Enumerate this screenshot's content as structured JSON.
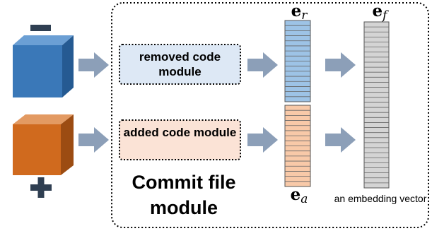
{
  "labels": {
    "removed_module": "removed code module",
    "added_module": "added code module",
    "commit_title": "Commit file module",
    "e_r_base": "e",
    "e_r_sub": "r",
    "e_a_base": "e",
    "e_a_sub": "a",
    "e_f_base": "e",
    "e_f_sub": "f",
    "embedding_caption": "an embedding vector"
  },
  "icons": {
    "minus": "minus-icon",
    "plus": "plus-icon",
    "removed_cube": "blue-cube-icon",
    "added_cube": "orange-cube-icon"
  },
  "colors": {
    "removed_cube": "#3a78b8",
    "added_cube": "#d06a1e",
    "removed_box_fill": "#dde8f5",
    "added_box_fill": "#fbe3d6",
    "e_r_fill": "#9dc3e6",
    "e_a_fill": "#f8c9a8",
    "e_f_fill": "#d4d4d4",
    "arrow": "#8c9fb8",
    "sign": "#2f3f52"
  }
}
